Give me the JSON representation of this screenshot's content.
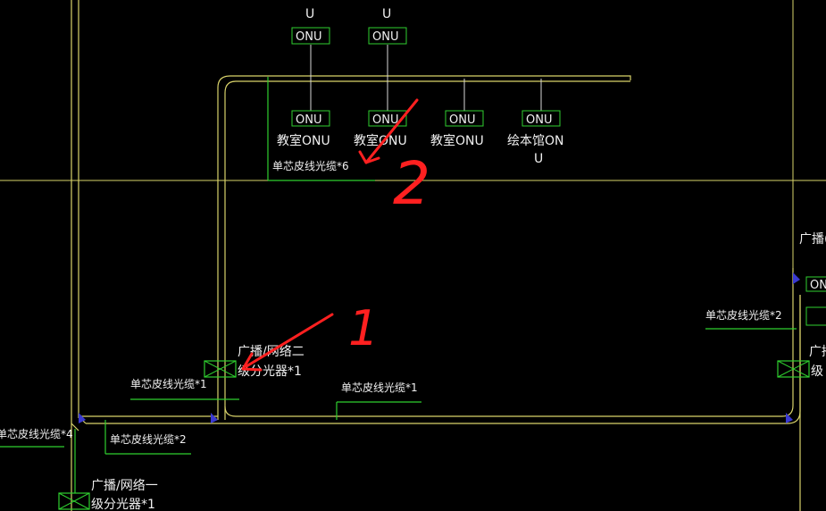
{
  "colors": {
    "background": "#000000",
    "wall": "#d9d36a",
    "wire": "#2fcf2f",
    "text": "#f0f0f0",
    "annotation": "#ff2020"
  },
  "onu": {
    "box_label": "ONU",
    "top_truncated_1": "U",
    "top_truncated_2": "U",
    "classroom_line1": "教室ONU",
    "picture_book_line1": "绘本馆ON",
    "picture_book_line2": "U"
  },
  "cables": {
    "single_core_x6": "单芯皮线光缆*6",
    "single_core_x1_left": "单芯皮线光缆*1",
    "single_core_x1_mid": "单芯皮线光缆*1",
    "single_core_x2_bottom": "单芯皮线光缆*2",
    "single_core_x4": "单芯皮线光缆*4",
    "single_core_x2_right": "单芯皮线光缆*2"
  },
  "splitters": {
    "second_level_line1": "广播/网络二",
    "second_level_line2": "级分光器*1",
    "first_level_line1": "广播/网络一",
    "first_level_line2": "级分光器*1",
    "right_partial_1": "广播(",
    "right_partial_2": "广播",
    "right_partial_3": "级"
  },
  "annotations": {
    "number_1": "1",
    "number_2": "2"
  }
}
